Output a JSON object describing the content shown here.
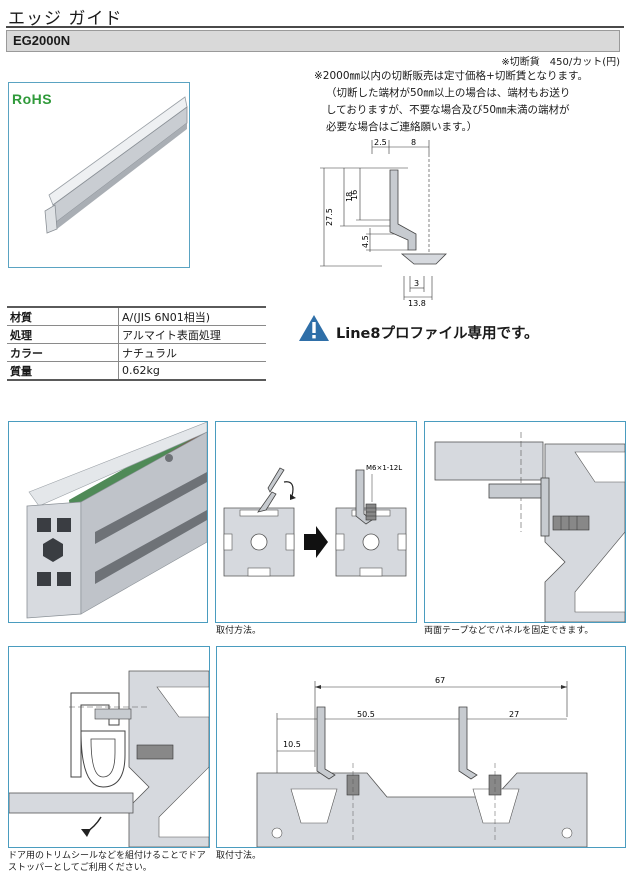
{
  "header": {
    "title": "エッジ ガイド",
    "model": "EG2000N"
  },
  "cut_fee": "※切断貨　450/カット(円)",
  "notes": [
    "※2000㎜以内の切断販売は定寸価格+切断賃となります。",
    "（切断した端材が50㎜以上の場合は、端材もお送り",
    "しておりますが、不要な場合及び50㎜未満の端材が",
    "必要な場合はご連絡願います。）"
  ],
  "badge": "RoHS",
  "dimensions": {
    "d2_5": "2.5",
    "d8": "8",
    "d18": "18",
    "d16": "16",
    "d27_5": "27.5",
    "d4_5": "4.5",
    "d3": "3",
    "d13_8": "13.8"
  },
  "specs": [
    {
      "key": "材質",
      "value": "A/(JIS 6N01相当)"
    },
    {
      "key": "処理",
      "value": "アルマイト表面処理"
    },
    {
      "key": "カラー",
      "value": "ナチュラル"
    },
    {
      "key": "質量",
      "value": "0.62kg"
    }
  ],
  "warning": "Line8プロファイル専用です。",
  "screw_label": "M6×1-12L",
  "captions": {
    "mount": "取付方法。",
    "tape": "両面テープなどでパネルを固定できます。",
    "door": "ドア用のトリムシールなどを組付けることでドアストッパーとしてご利用ください。",
    "dims": "取付寸法。"
  },
  "mount_dims": {
    "d67": "67",
    "d50_5": "50.5",
    "d27": "27",
    "d10_5": "10.5"
  },
  "colors": {
    "panel_border": "#4a9cbf",
    "rohs_green": "#2f9a3a",
    "warn_blue": "#2f6fa8",
    "aluminum": "#d6d9de"
  }
}
